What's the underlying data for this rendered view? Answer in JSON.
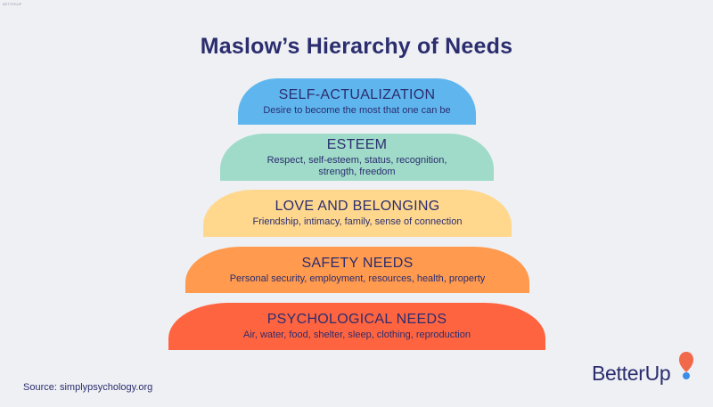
{
  "title": "Maslow’s Hierarchy of Needs",
  "tiers": [
    {
      "name": "SELF-ACTUALIZATION",
      "description": "Desire to become the most that one can be",
      "color": "#5fb6ee"
    },
    {
      "name": "ESTEEM",
      "description_line1": "Respect, self-esteem, status, recognition,",
      "description_line2": "strength, freedom",
      "color": "#9fdbc8"
    },
    {
      "name": "LOVE AND BELONGING",
      "description": "Friendship, intimacy, family, sense of connection",
      "color": "#ffd88e"
    },
    {
      "name": "SAFETY NEEDS",
      "description": "Personal security, employment, resources, health, property",
      "color": "#ff9a4e"
    },
    {
      "name": "PSYCHOLOGICAL NEEDS",
      "description": "Air, water, food, shelter, sleep, clothing, reproduction",
      "color": "#ff6440"
    }
  ],
  "source": "Source: simplypsychology.org",
  "brand": {
    "name": "BetterUp",
    "mark_colors": [
      "#f2684a",
      "#3b8de8"
    ]
  },
  "corner_mark": "BETTERUP"
}
